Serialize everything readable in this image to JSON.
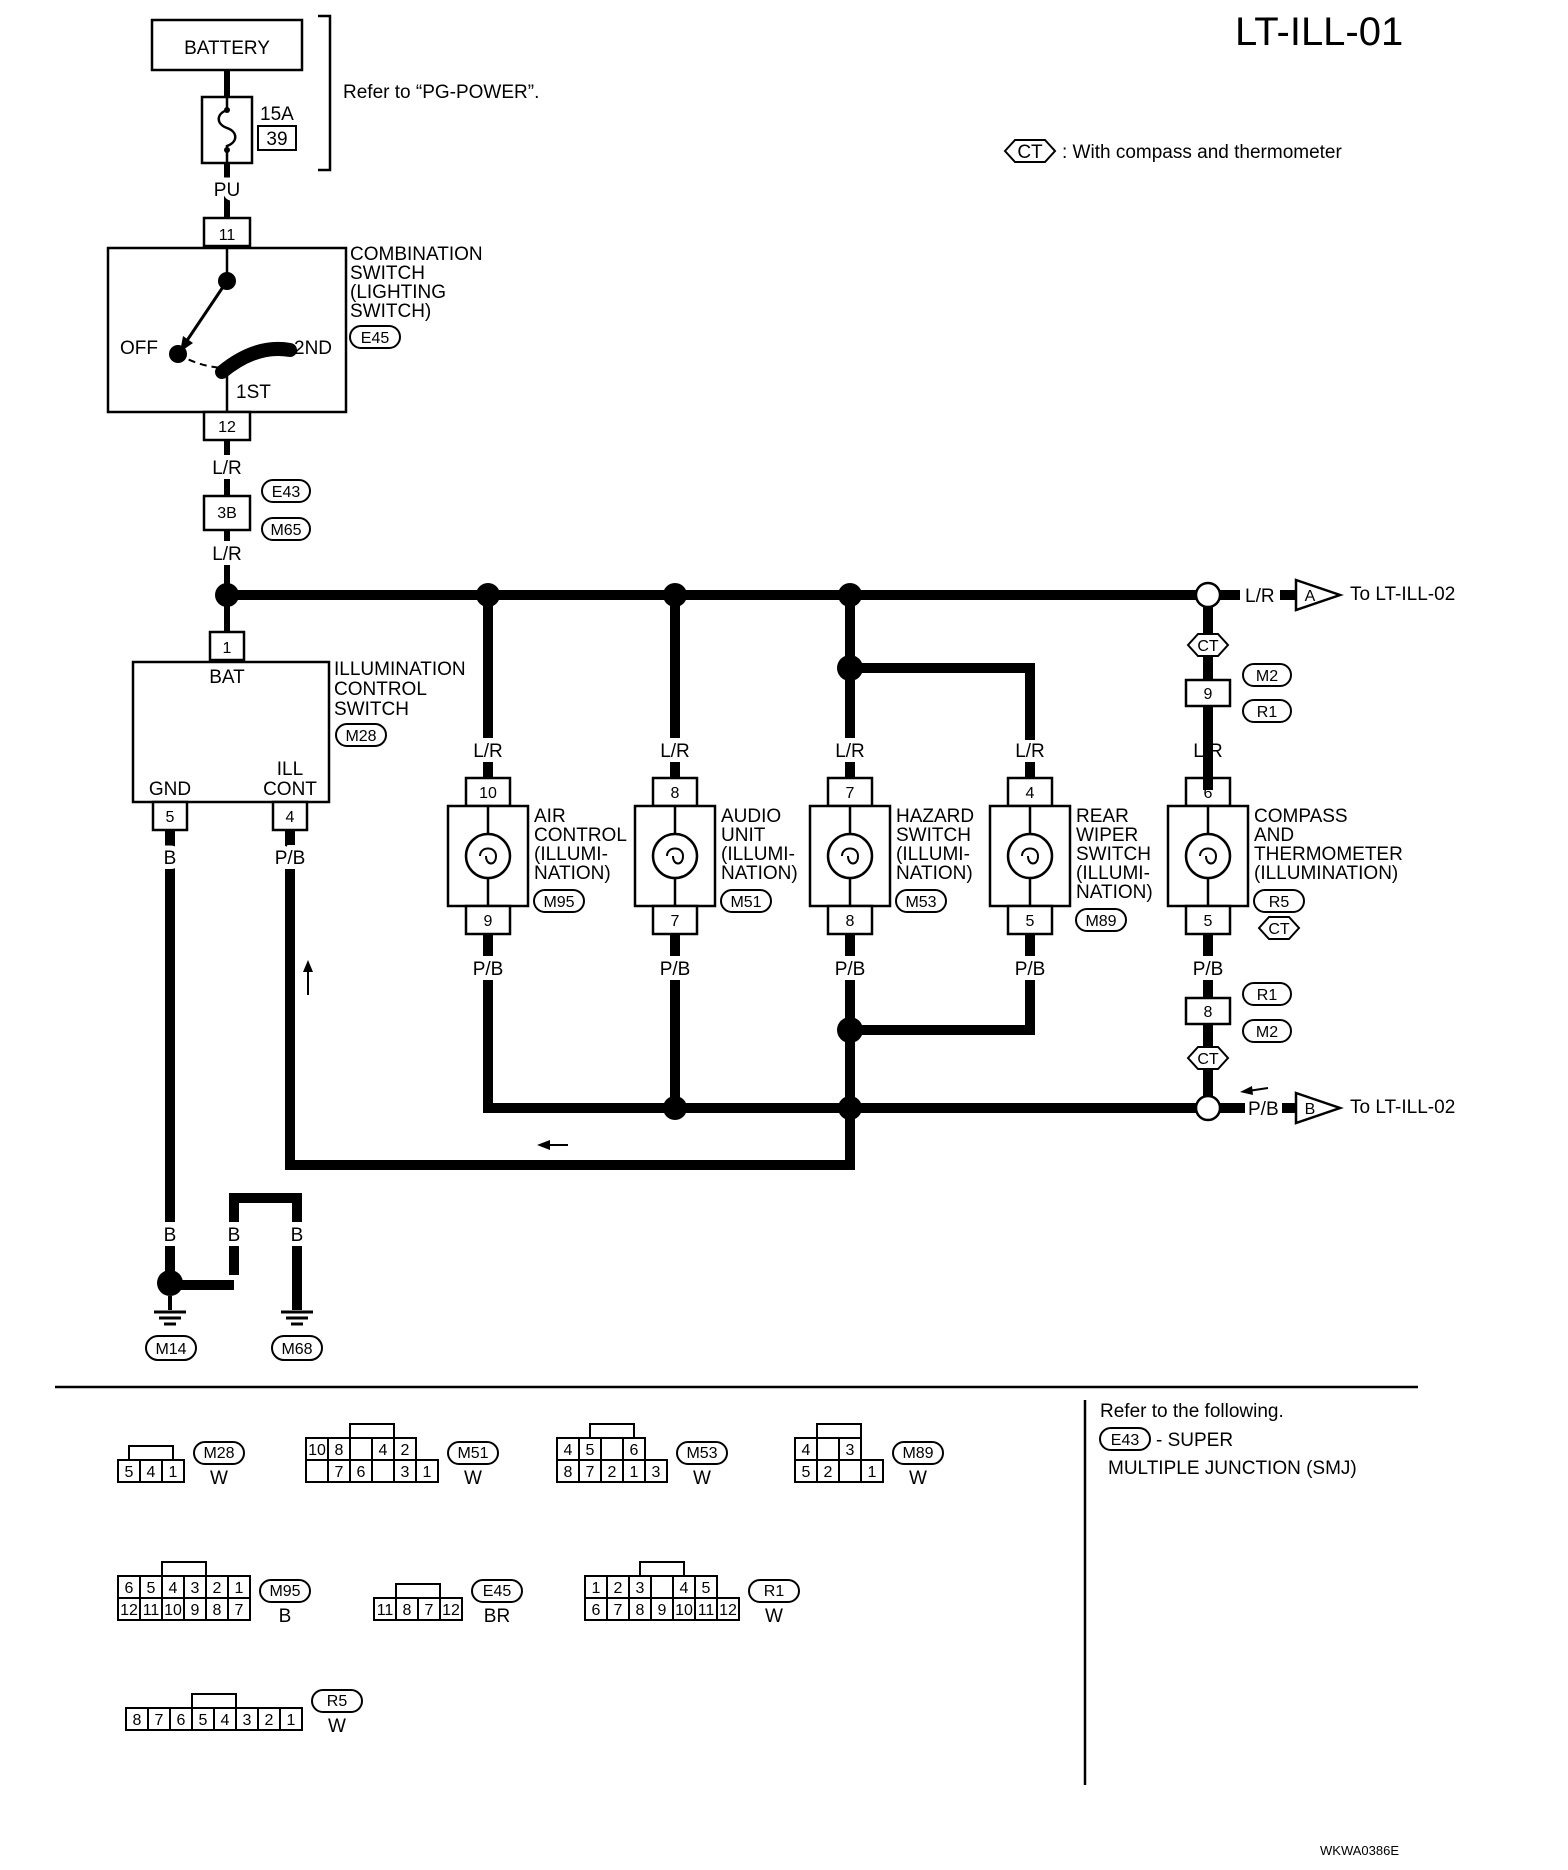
{
  "header": {
    "page_code": "LT-ILL-01",
    "ct_tag": "CT",
    "ct_note": ": With compass and thermometer",
    "figure_code": "WKWA0386E"
  },
  "power": {
    "battery_label": "BATTERY",
    "fuse_rating": "15A",
    "fuse_number": "39",
    "reference": "Refer to “PG-POWER”.",
    "wire_pu": "PU"
  },
  "combination_switch": {
    "pin_top": "11",
    "pin_bottom": "12",
    "name_lines": [
      "COMBINATION",
      "SWITCH",
      "(LIGHTING",
      "SWITCH)"
    ],
    "connector": "E45",
    "pos_off": "OFF",
    "pos_2nd": "2ND",
    "pos_1st": "1ST"
  },
  "junction": {
    "wire_lr_top": "L/R",
    "pin": "3B",
    "conn_a": "E43",
    "conn_b": "M65",
    "wire_lr_bottom": "L/R"
  },
  "ill_switch": {
    "pin_bat": "1",
    "bat_label": "BAT",
    "name_lines": [
      "ILLUMINATION",
      "CONTROL",
      "SWITCH"
    ],
    "connector": "M28",
    "gnd_label": "GND",
    "ill_label": "ILL",
    "cont_label": "CONT",
    "pin_gnd": "5",
    "pin_ill": "4",
    "wire_b": "B",
    "wire_pb": "P/B"
  },
  "lamps": [
    {
      "pin_top": "10",
      "pin_bottom": "9",
      "name_lines": [
        "AIR",
        "CONTROL",
        "(ILLUMI-",
        "NATION)"
      ],
      "connector": "M95",
      "wire_top": "L/R",
      "wire_bottom": "P/B"
    },
    {
      "pin_top": "8",
      "pin_bottom": "7",
      "name_lines": [
        "AUDIO",
        "UNIT",
        "(ILLUMI-",
        "NATION)"
      ],
      "connector": "M51",
      "wire_top": "L/R",
      "wire_bottom": "P/B"
    },
    {
      "pin_top": "7",
      "pin_bottom": "8",
      "name_lines": [
        "HAZARD",
        "SWITCH",
        "(ILLUMI-",
        "NATION)"
      ],
      "connector": "M53",
      "wire_top": "L/R",
      "wire_bottom": "P/B"
    },
    {
      "pin_top": "4",
      "pin_bottom": "5",
      "name_lines": [
        "REAR",
        "WIPER",
        "SWITCH",
        "(ILLUMI-",
        "NATION)"
      ],
      "connector": "M89",
      "wire_top": "L/R",
      "wire_bottom": "P/B"
    },
    {
      "pin_top": "6",
      "pin_bottom": "5",
      "name_lines": [
        "COMPASS",
        "AND",
        "THERMOMETER",
        "(ILLUMINATION)"
      ],
      "connector": "R5",
      "ct": "CT",
      "wire_top": "L/R",
      "wire_bottom": "P/B"
    }
  ],
  "compass_branch": {
    "ct_top": "CT",
    "pin_top": "9",
    "conn_m2": "M2",
    "conn_r1": "R1",
    "pin_bottom": "8",
    "ct_bottom": "CT"
  },
  "continuations": {
    "a_wire": "L/R",
    "a_letter": "A",
    "a_text": "To LT-ILL-02",
    "b_wire": "P/B",
    "b_letter": "B",
    "b_text": "To LT-ILL-02"
  },
  "grounds": {
    "wire_1": "B",
    "wire_2": "B",
    "wire_3": "B",
    "g1": "M14",
    "g2": "M68"
  },
  "connector_views": [
    {
      "id": "M28",
      "color": "W",
      "rows": [
        [
          "5",
          "4",
          "1"
        ]
      ]
    },
    {
      "id": "M51",
      "color": "W",
      "rows": [
        [
          "10",
          "8",
          "",
          "4",
          "2"
        ],
        [
          "",
          "7",
          "6",
          "",
          "3",
          "1"
        ]
      ]
    },
    {
      "id": "M53",
      "color": "W",
      "rows": [
        [
          "4",
          "5",
          "",
          "6"
        ],
        [
          "8",
          "7",
          "2",
          "1",
          "3"
        ]
      ]
    },
    {
      "id": "M89",
      "color": "W",
      "rows": [
        [
          "4",
          "",
          "3"
        ],
        [
          "5",
          "2",
          "",
          "1"
        ]
      ]
    },
    {
      "id": "M95",
      "color": "B",
      "rows": [
        [
          "6",
          "5",
          "4",
          "3",
          "2",
          "1"
        ],
        [
          "12",
          "11",
          "10",
          "9",
          "8",
          "7"
        ]
      ]
    },
    {
      "id": "E45",
      "color": "BR",
      "rows": [
        [
          "11",
          "8",
          "7",
          "12"
        ]
      ]
    },
    {
      "id": "R1",
      "color": "W",
      "rows": [
        [
          "1",
          "2",
          "3",
          "",
          "4",
          "5"
        ],
        [
          "6",
          "7",
          "8",
          "9",
          "10",
          "11",
          "12"
        ]
      ]
    },
    {
      "id": "R5",
      "color": "W",
      "rows": [
        [
          "8",
          "7",
          "6",
          "5",
          "4",
          "3",
          "2",
          "1"
        ]
      ]
    }
  ],
  "reference_note": {
    "line1": "Refer to the following.",
    "conn": "E43",
    "line2": "- SUPER",
    "line3": "MULTIPLE JUNCTION (SMJ)"
  }
}
